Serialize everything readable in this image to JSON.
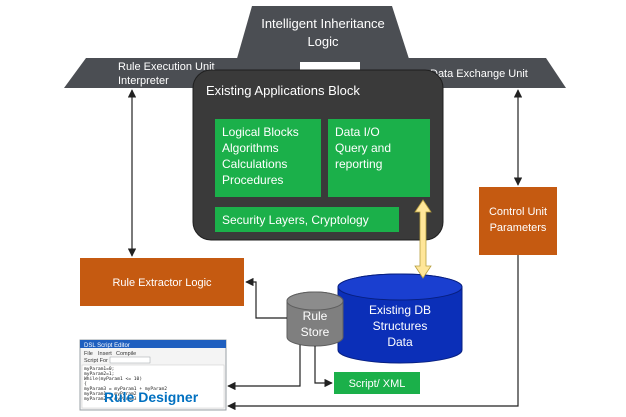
{
  "top_block": {
    "line1": "Intelligent Inheritance",
    "line2": "Logic"
  },
  "left_wing": {
    "line1": "Rule Execution Unit",
    "line2": "Interpreter"
  },
  "right_wing": {
    "line1": "Data Exchange Unit"
  },
  "apps_block": {
    "title": "Existing Applications Block",
    "logical": [
      "Logical Blocks",
      "Algorithms",
      "Calculations",
      "Procedures"
    ],
    "data_io": [
      "Data I/O",
      "Query and",
      "reporting"
    ],
    "security": "Security Layers, Cryptology"
  },
  "control_unit": {
    "line1": "Control Unit",
    "line2": "Parameters"
  },
  "rule_extractor": "Rule Extractor Logic",
  "rule_store": {
    "line1": "Rule",
    "line2": "Store"
  },
  "db": {
    "line1": "Existing DB",
    "line2": "Structures",
    "line3": "Data"
  },
  "script_xml": "Script/ XML",
  "rule_designer": {
    "title_bar": "DSL Script Editor",
    "menu": [
      "File",
      "Insert",
      "Compile"
    ],
    "toolbar_label": "Script For",
    "code": [
      "myParam1=0;",
      "myParam2=1;",
      "While(myParam1 <= 10)",
      "{",
      "  myParam3 = myParam1 + myParam2",
      "  myParam1 = myParam2",
      "  myParam2 = myParam3"
    ],
    "caption": "Rule Designer"
  },
  "colors": {
    "gray_shape": "#4b4e53",
    "apps_block": "#3a3a3a",
    "green": "#1bb04a",
    "orange": "#c55a11",
    "db_blue": "#0b2fb8",
    "store_gray": "#7f7f7f",
    "arrow": "#222222",
    "yellow_arrow": "#ffe699",
    "designer_title": "#0070c0"
  }
}
